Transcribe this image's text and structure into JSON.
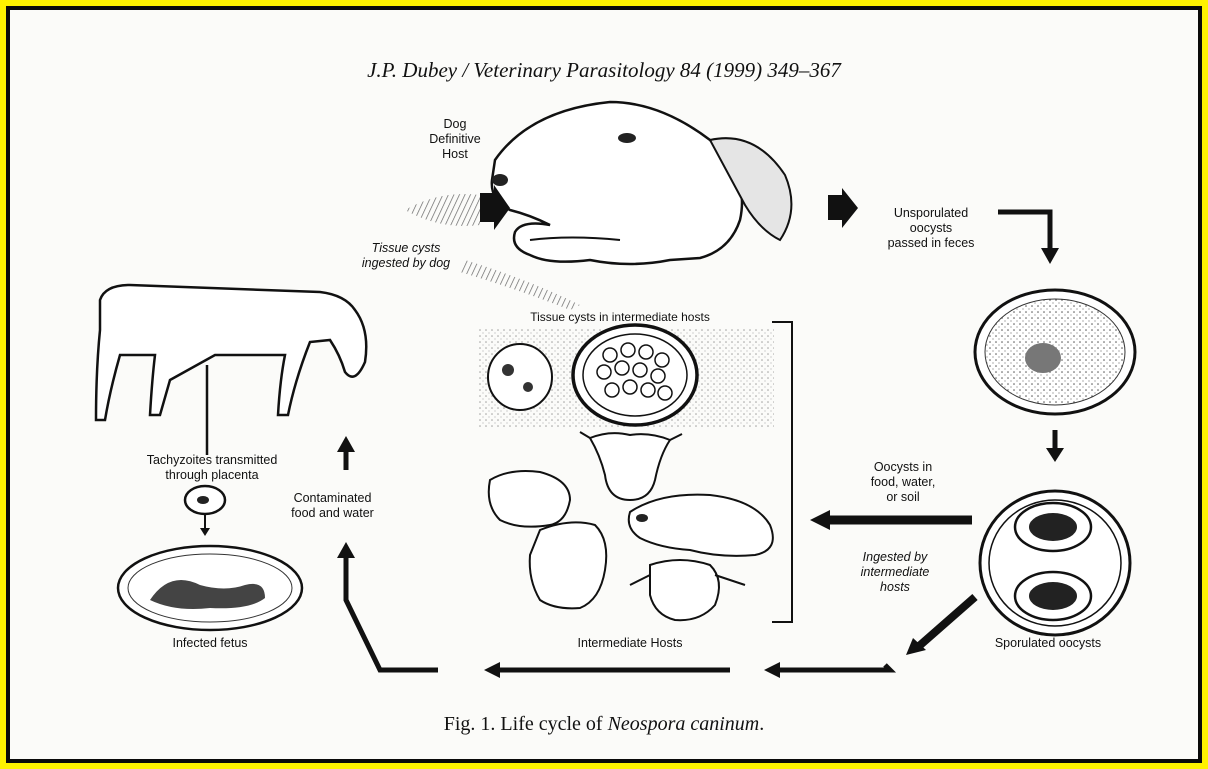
{
  "header": "J.P. Dubey / Veterinary Parasitology 84 (1999) 349–367",
  "caption": {
    "prefix": "Fig. 1. Life cycle of ",
    "organism": "Neospora caninum",
    "suffix": "."
  },
  "labels": {
    "dog_line1": "Dog",
    "dog_line2": "Definitive",
    "dog_line3": "Host",
    "unspor_line1": "Unsporulated",
    "unspor_line2": "oocysts",
    "unspor_line3": "passed in feces",
    "tissue_ingested_line1": "Tissue cysts",
    "tissue_ingested_line2": "ingested by dog",
    "tissue_cysts_intermediate": "Tissue cysts in intermediate hosts",
    "tachy_line1": "Tachyzoites transmitted",
    "tachy_line2": "through placenta",
    "contam_line1": "Contaminated",
    "contam_line2": "food and water",
    "oocysts_food_line1": "Oocysts in",
    "oocysts_food_line2": "food, water,",
    "oocysts_food_line3": "or soil",
    "ingested_inter_line1": "Ingested by",
    "ingested_inter_line2": "intermediate",
    "ingested_inter_line3": "hosts",
    "infected_fetus": "Infected fetus",
    "intermediate_hosts": "Intermediate Hosts",
    "sporulated": "Sporulated oocysts"
  },
  "colors": {
    "frame": "#fef200",
    "ink": "#111111",
    "paper": "#fbfbf9"
  },
  "icons": [
    "dog-head-icon",
    "cow-icon",
    "sheep-icon",
    "goat-icon",
    "oocyst-icon",
    "fetus-icon",
    "tissue-cyst-icon"
  ]
}
